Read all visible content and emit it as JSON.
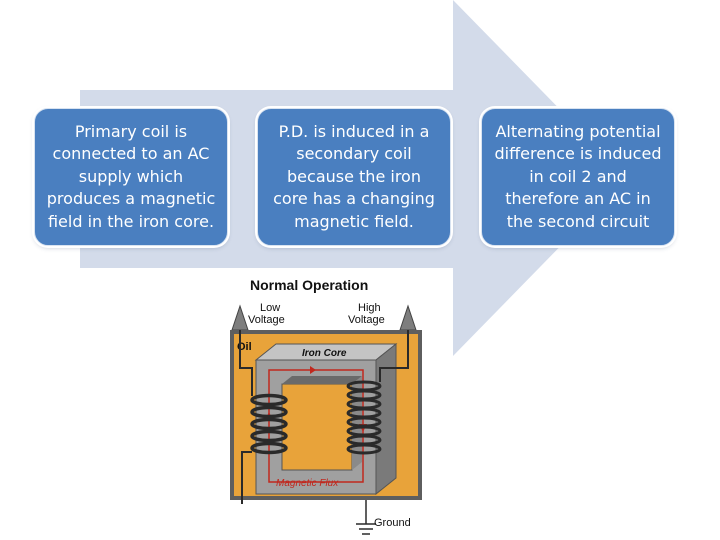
{
  "steps": [
    {
      "text": "Primary coil is connected to an AC supply which produces a magnetic field in the iron core."
    },
    {
      "text": "P.D. is induced in a secondary coil because the iron core has a changing magnetic field."
    },
    {
      "text": "Alternating potential difference is induced in coil 2 and therefore an AC in the second circuit"
    }
  ],
  "figure": {
    "title": "Normal Operation",
    "low_voltage": [
      "Low",
      "Voltage"
    ],
    "high_voltage": [
      "High",
      "Voltage"
    ],
    "oil": "Oil",
    "iron_core": "Iron Core",
    "magnetic_flux": "Magnetic Flux",
    "ground": "Ground"
  },
  "colors": {
    "arrow": "#d3dbea",
    "box": "#4a7fc0",
    "oil": "#e8a33a",
    "core": "#9a9a9a"
  }
}
